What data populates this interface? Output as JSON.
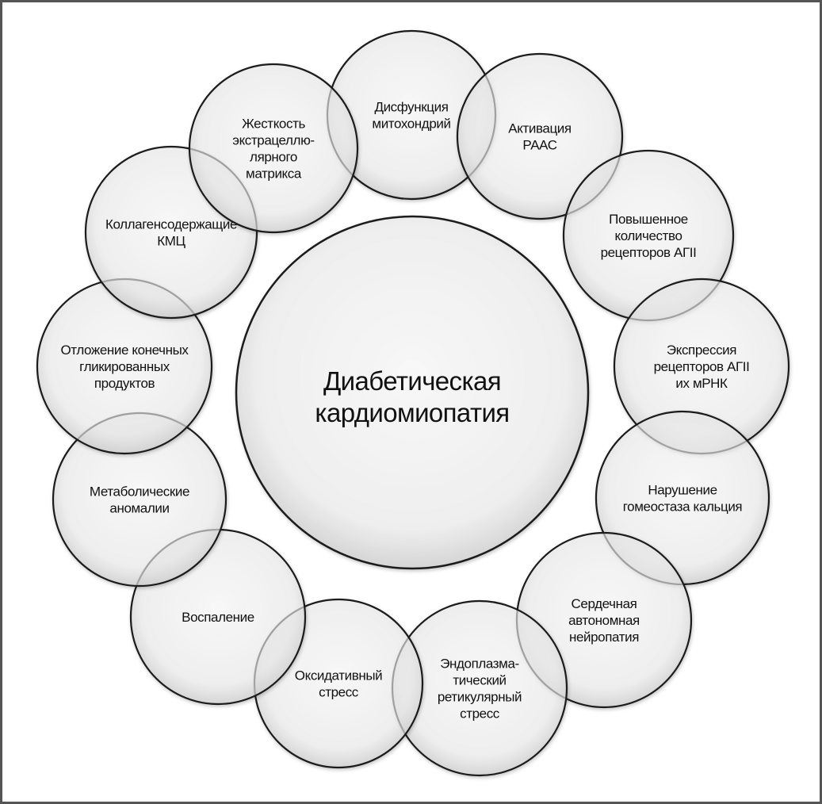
{
  "center": {
    "lines": [
      "Диабетическая",
      "кардиомиопатия"
    ]
  },
  "nodes": [
    {
      "id": "mito",
      "lines": [
        "Дисфункция",
        "митохондрий"
      ]
    },
    {
      "id": "raas",
      "lines": [
        "Активация",
        "РААС"
      ]
    },
    {
      "id": "agii-count",
      "lines": [
        "Повышенное",
        "количество",
        "рецепторов АГII"
      ]
    },
    {
      "id": "agii-expr",
      "lines": [
        "Экспрессия",
        "рецепторов АГII",
        "их мРНК"
      ]
    },
    {
      "id": "calcium",
      "lines": [
        "Нарушение",
        "гомеостаза кальция"
      ]
    },
    {
      "id": "neuropathy",
      "lines": [
        "Сердечная",
        "автономная",
        "нейропатия"
      ]
    },
    {
      "id": "er-stress",
      "lines": [
        "Эндоплазма-",
        "тический",
        "ретикулярный",
        "стресс"
      ]
    },
    {
      "id": "oxidative",
      "lines": [
        "Оксидативный",
        "стресс"
      ]
    },
    {
      "id": "inflammation",
      "lines": [
        "Воспаление"
      ]
    },
    {
      "id": "metabolic",
      "lines": [
        "Метаболические",
        "аномалии"
      ]
    },
    {
      "id": "age",
      "lines": [
        "Отложение конечных",
        "гликированных",
        "продуктов"
      ]
    },
    {
      "id": "collagen",
      "lines": [
        "Коллагенсодержащие",
        "КМЦ"
      ]
    },
    {
      "id": "ecm",
      "lines": [
        "Жесткость",
        "экстрацеллю-",
        "лярного",
        "матрикса"
      ]
    }
  ]
}
